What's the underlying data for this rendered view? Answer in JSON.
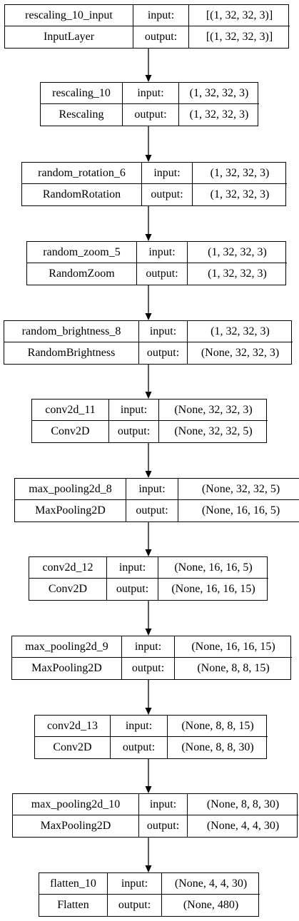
{
  "diagram": {
    "type": "keras-model-plot",
    "row_labels": {
      "input": "input:",
      "output": "output:"
    },
    "layers": [
      {
        "name": "rescaling_10_input",
        "class": "InputLayer",
        "input_shape": "[(1, 32, 32, 3)]",
        "output_shape": "[(1, 32, 32, 3)]"
      },
      {
        "name": "rescaling_10",
        "class": "Rescaling",
        "input_shape": "(1, 32, 32, 3)",
        "output_shape": "(1, 32, 32, 3)"
      },
      {
        "name": "random_rotation_6",
        "class": "RandomRotation",
        "input_shape": "(1, 32, 32, 3)",
        "output_shape": "(1, 32, 32, 3)"
      },
      {
        "name": "random_zoom_5",
        "class": "RandomZoom",
        "input_shape": "(1, 32, 32, 3)",
        "output_shape": "(1, 32, 32, 3)"
      },
      {
        "name": "random_brightness_8",
        "class": "RandomBrightness",
        "input_shape": "(1, 32, 32, 3)",
        "output_shape": "(None, 32, 32, 3)"
      },
      {
        "name": "conv2d_11",
        "class": "Conv2D",
        "input_shape": "(None, 32, 32, 3)",
        "output_shape": "(None, 32, 32, 5)"
      },
      {
        "name": "max_pooling2d_8",
        "class": "MaxPooling2D",
        "input_shape": "(None, 32, 32, 5)",
        "output_shape": "(None, 16, 16, 5)"
      },
      {
        "name": "conv2d_12",
        "class": "Conv2D",
        "input_shape": "(None, 16, 16, 5)",
        "output_shape": "(None, 16, 16, 15)"
      },
      {
        "name": "max_pooling2d_9",
        "class": "MaxPooling2D",
        "input_shape": "(None, 16, 16, 15)",
        "output_shape": "(None, 8, 8, 15)"
      },
      {
        "name": "conv2d_13",
        "class": "Conv2D",
        "input_shape": "(None, 8, 8, 15)",
        "output_shape": "(None, 8, 8, 30)"
      },
      {
        "name": "max_pooling2d_10",
        "class": "MaxPooling2D",
        "input_shape": "(None, 8, 8, 30)",
        "output_shape": "(None, 4, 4, 30)"
      },
      {
        "name": "flatten_10",
        "class": "Flatten",
        "input_shape": "(None, 4, 4, 30)",
        "output_shape": "(None, 480)"
      }
    ]
  }
}
